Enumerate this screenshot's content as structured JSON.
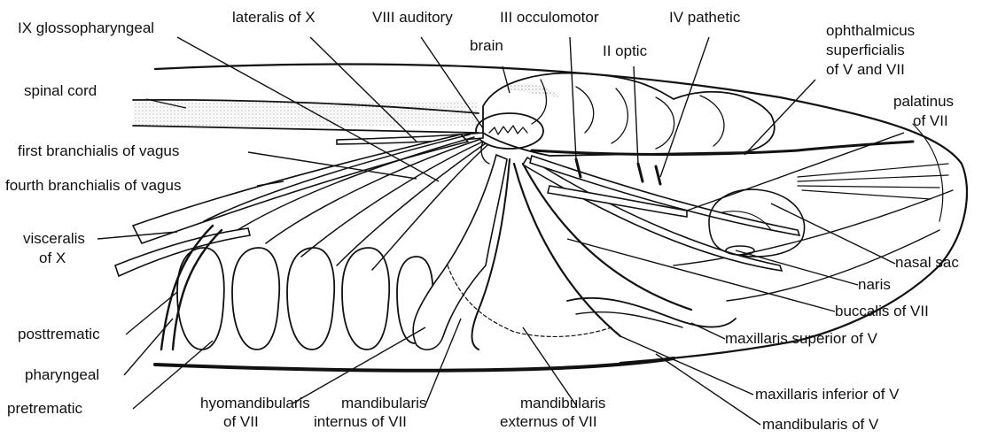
{
  "labels": {
    "glossopharyngeal": "IX glossopharyngeal",
    "lateralis": "lateralis of X",
    "auditory": "VIII auditory",
    "occulomotor": "III occulomotor",
    "pathetic": "IV pathetic",
    "ophthalmicus_1": "ophthalmicus",
    "ophthalmicus_2": "superficialis",
    "ophthalmicus_3": "of V and VII",
    "brain": "brain",
    "optic": "II optic",
    "palatinus_1": "palatinus",
    "palatinus_2": "of VII",
    "spinal_cord": "spinal cord",
    "first_branchialis": "first branchialis of vagus",
    "fourth_branchialis": "fourth branchialis of vagus",
    "visceralis_1": "visceralis",
    "visceralis_2": "of X",
    "nasal_sac": "nasal sac",
    "naris": "naris",
    "buccalis": "buccalis of VII",
    "maxillaris_superior": "maxillaris superior of V",
    "posttrematic": "posttrematic",
    "pharyngeal": "pharyngeal",
    "pretrematic": "pretrematic",
    "hyomandibularis_1": "hyomandibularis",
    "hyomandibularis_2": "of VII",
    "mandibularis_internus_1": "mandibularis",
    "mandibularis_internus_2": "internus of VII",
    "mandibularis_externus_1": "mandibularis",
    "mandibularis_externus_2": "externus of VII",
    "maxillaris_inferior": "maxillaris inferior of V",
    "mandibularis_v": "mandibularis of V"
  }
}
